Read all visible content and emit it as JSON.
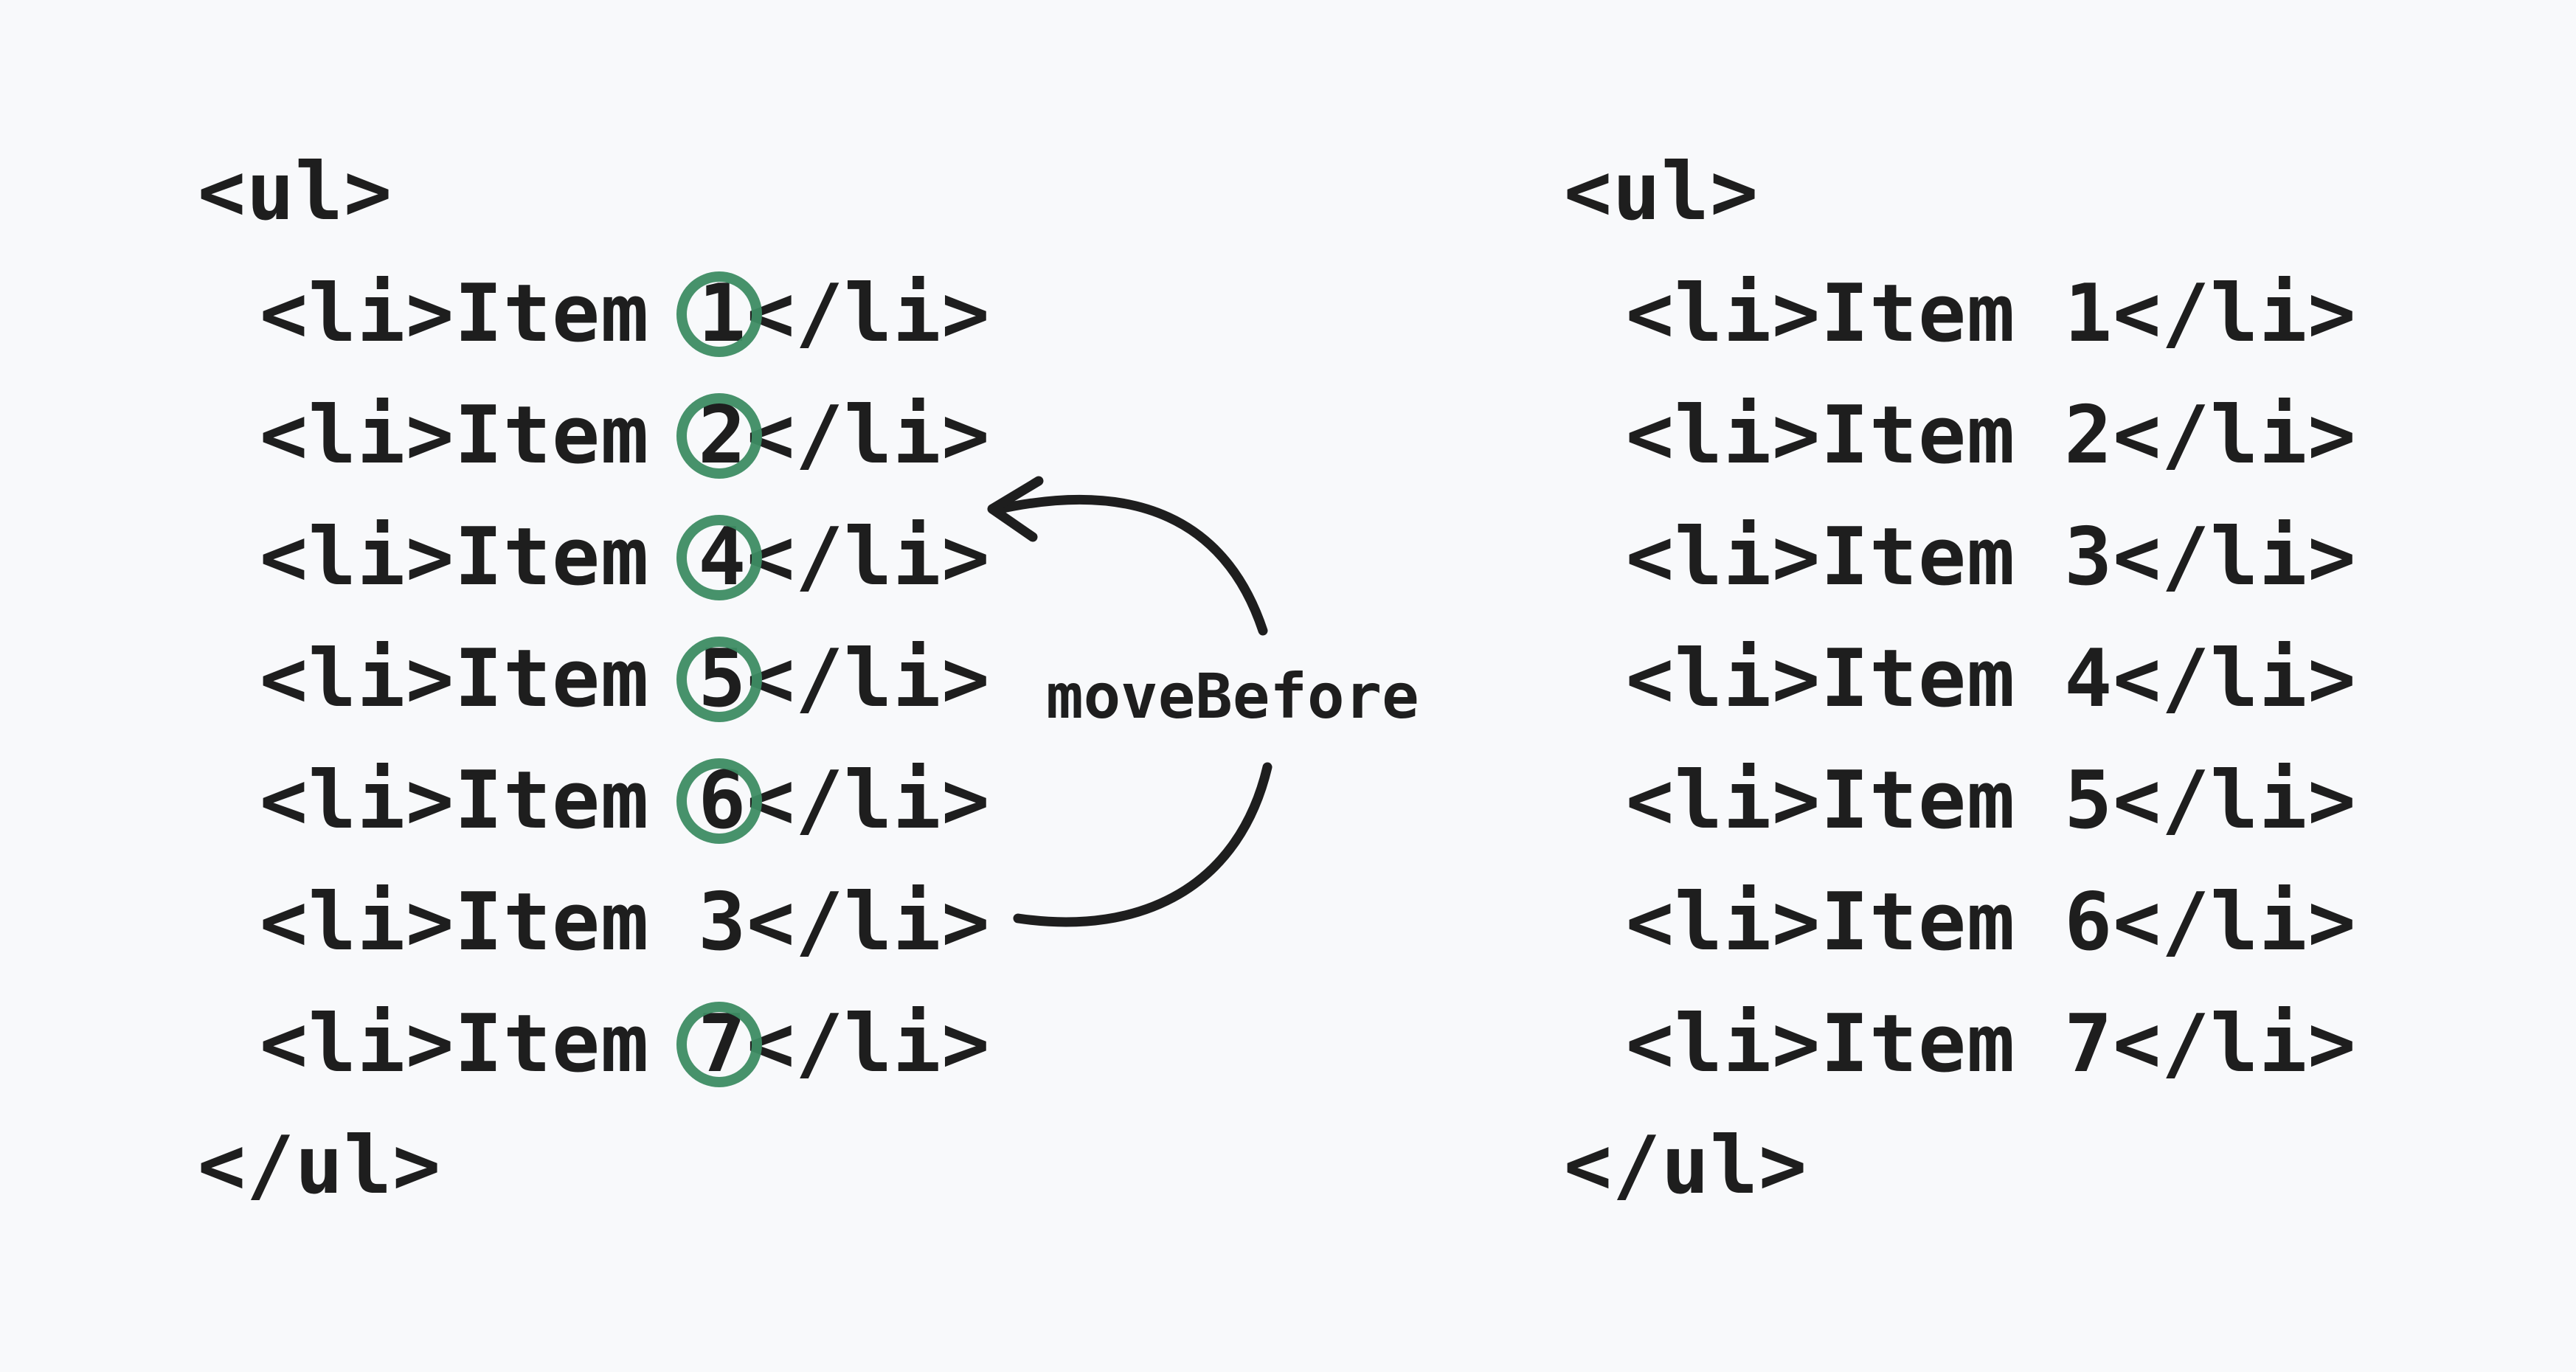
{
  "colors": {
    "background": "#f8f9fb",
    "text": "#1e1e1e",
    "highlight": "#3d8c63"
  },
  "left_list": {
    "open_tag": "<ul>",
    "close_tag": "</ul>",
    "items": [
      {
        "prefix": "<li>Item ",
        "number": "1",
        "suffix": "</li>",
        "circled": true
      },
      {
        "prefix": "<li>Item ",
        "number": "2",
        "suffix": "</li>",
        "circled": true
      },
      {
        "prefix": "<li>Item ",
        "number": "4",
        "suffix": "</li>",
        "circled": true
      },
      {
        "prefix": "<li>Item ",
        "number": "5",
        "suffix": "</li>",
        "circled": true
      },
      {
        "prefix": "<li>Item ",
        "number": "6",
        "suffix": "</li>",
        "circled": true
      },
      {
        "prefix": "<li>Item ",
        "number": "3",
        "suffix": "</li>",
        "circled": false
      },
      {
        "prefix": "<li>Item ",
        "number": "7",
        "suffix": "</li>",
        "circled": true
      }
    ]
  },
  "right_list": {
    "open_tag": "<ul>",
    "close_tag": "</ul>",
    "items": [
      {
        "prefix": "<li>Item ",
        "number": "1",
        "suffix": "</li>"
      },
      {
        "prefix": "<li>Item ",
        "number": "2",
        "suffix": "</li>"
      },
      {
        "prefix": "<li>Item ",
        "number": "3",
        "suffix": "</li>"
      },
      {
        "prefix": "<li>Item ",
        "number": "4",
        "suffix": "</li>"
      },
      {
        "prefix": "<li>Item ",
        "number": "5",
        "suffix": "</li>"
      },
      {
        "prefix": "<li>Item ",
        "number": "6",
        "suffix": "</li>"
      },
      {
        "prefix": "<li>Item ",
        "number": "7",
        "suffix": "</li>"
      }
    ]
  },
  "arrow": {
    "label": "moveBefore"
  }
}
